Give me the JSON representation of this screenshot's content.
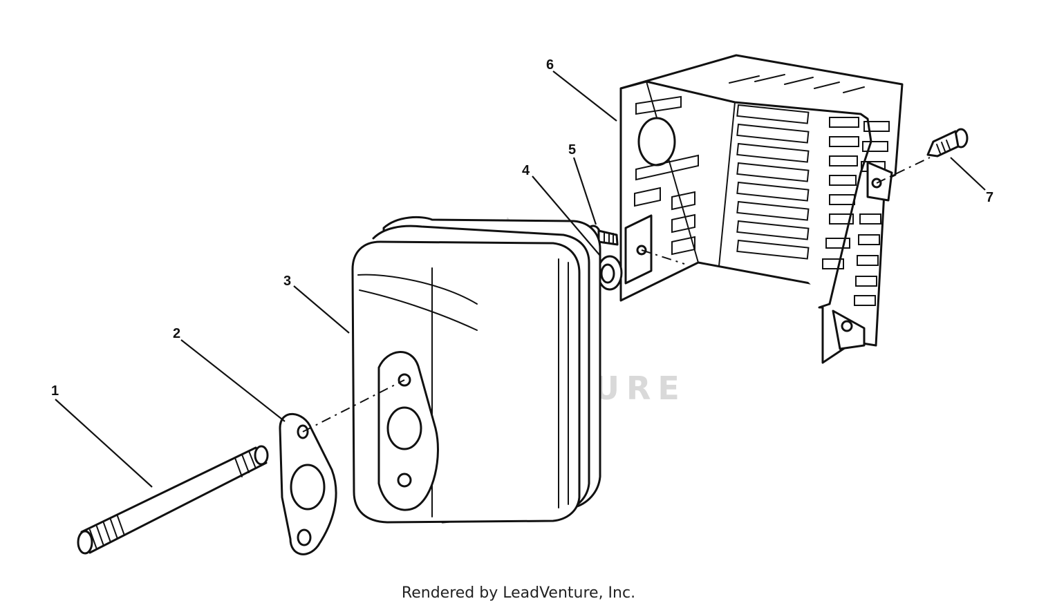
{
  "callouts": {
    "c1": "1",
    "c2": "2",
    "c3": "3",
    "c4": "4",
    "c5": "5",
    "c6": "6",
    "c7": "7"
  },
  "watermark": "LEADVENTURE",
  "footer": "Rendered by LeadVenture, Inc.",
  "colors": {
    "ink": "#111111",
    "watermark": "#d9d9d9",
    "background": "#ffffff"
  }
}
